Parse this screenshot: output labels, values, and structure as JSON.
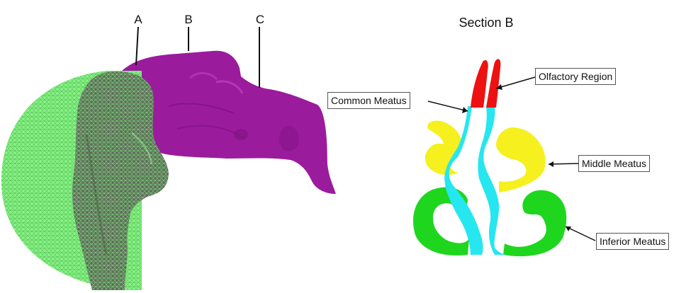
{
  "figure": {
    "section_letters": [
      "A",
      "B",
      "C"
    ],
    "section_title": "Section B",
    "callouts": {
      "olfactory": "Olfactory Region",
      "common": "Common Meatus",
      "middle": "Middle Meatus",
      "inferior": "Inferior Meatus"
    },
    "colors": {
      "airway_model": "#9b1b9d",
      "face_mesh": "#7cf07a",
      "olfactory_region": "#ee1111",
      "common_meatus": "#26e6f0",
      "middle_meatus": "#f5f01e",
      "inferior_meatus": "#1fd61f"
    }
  }
}
